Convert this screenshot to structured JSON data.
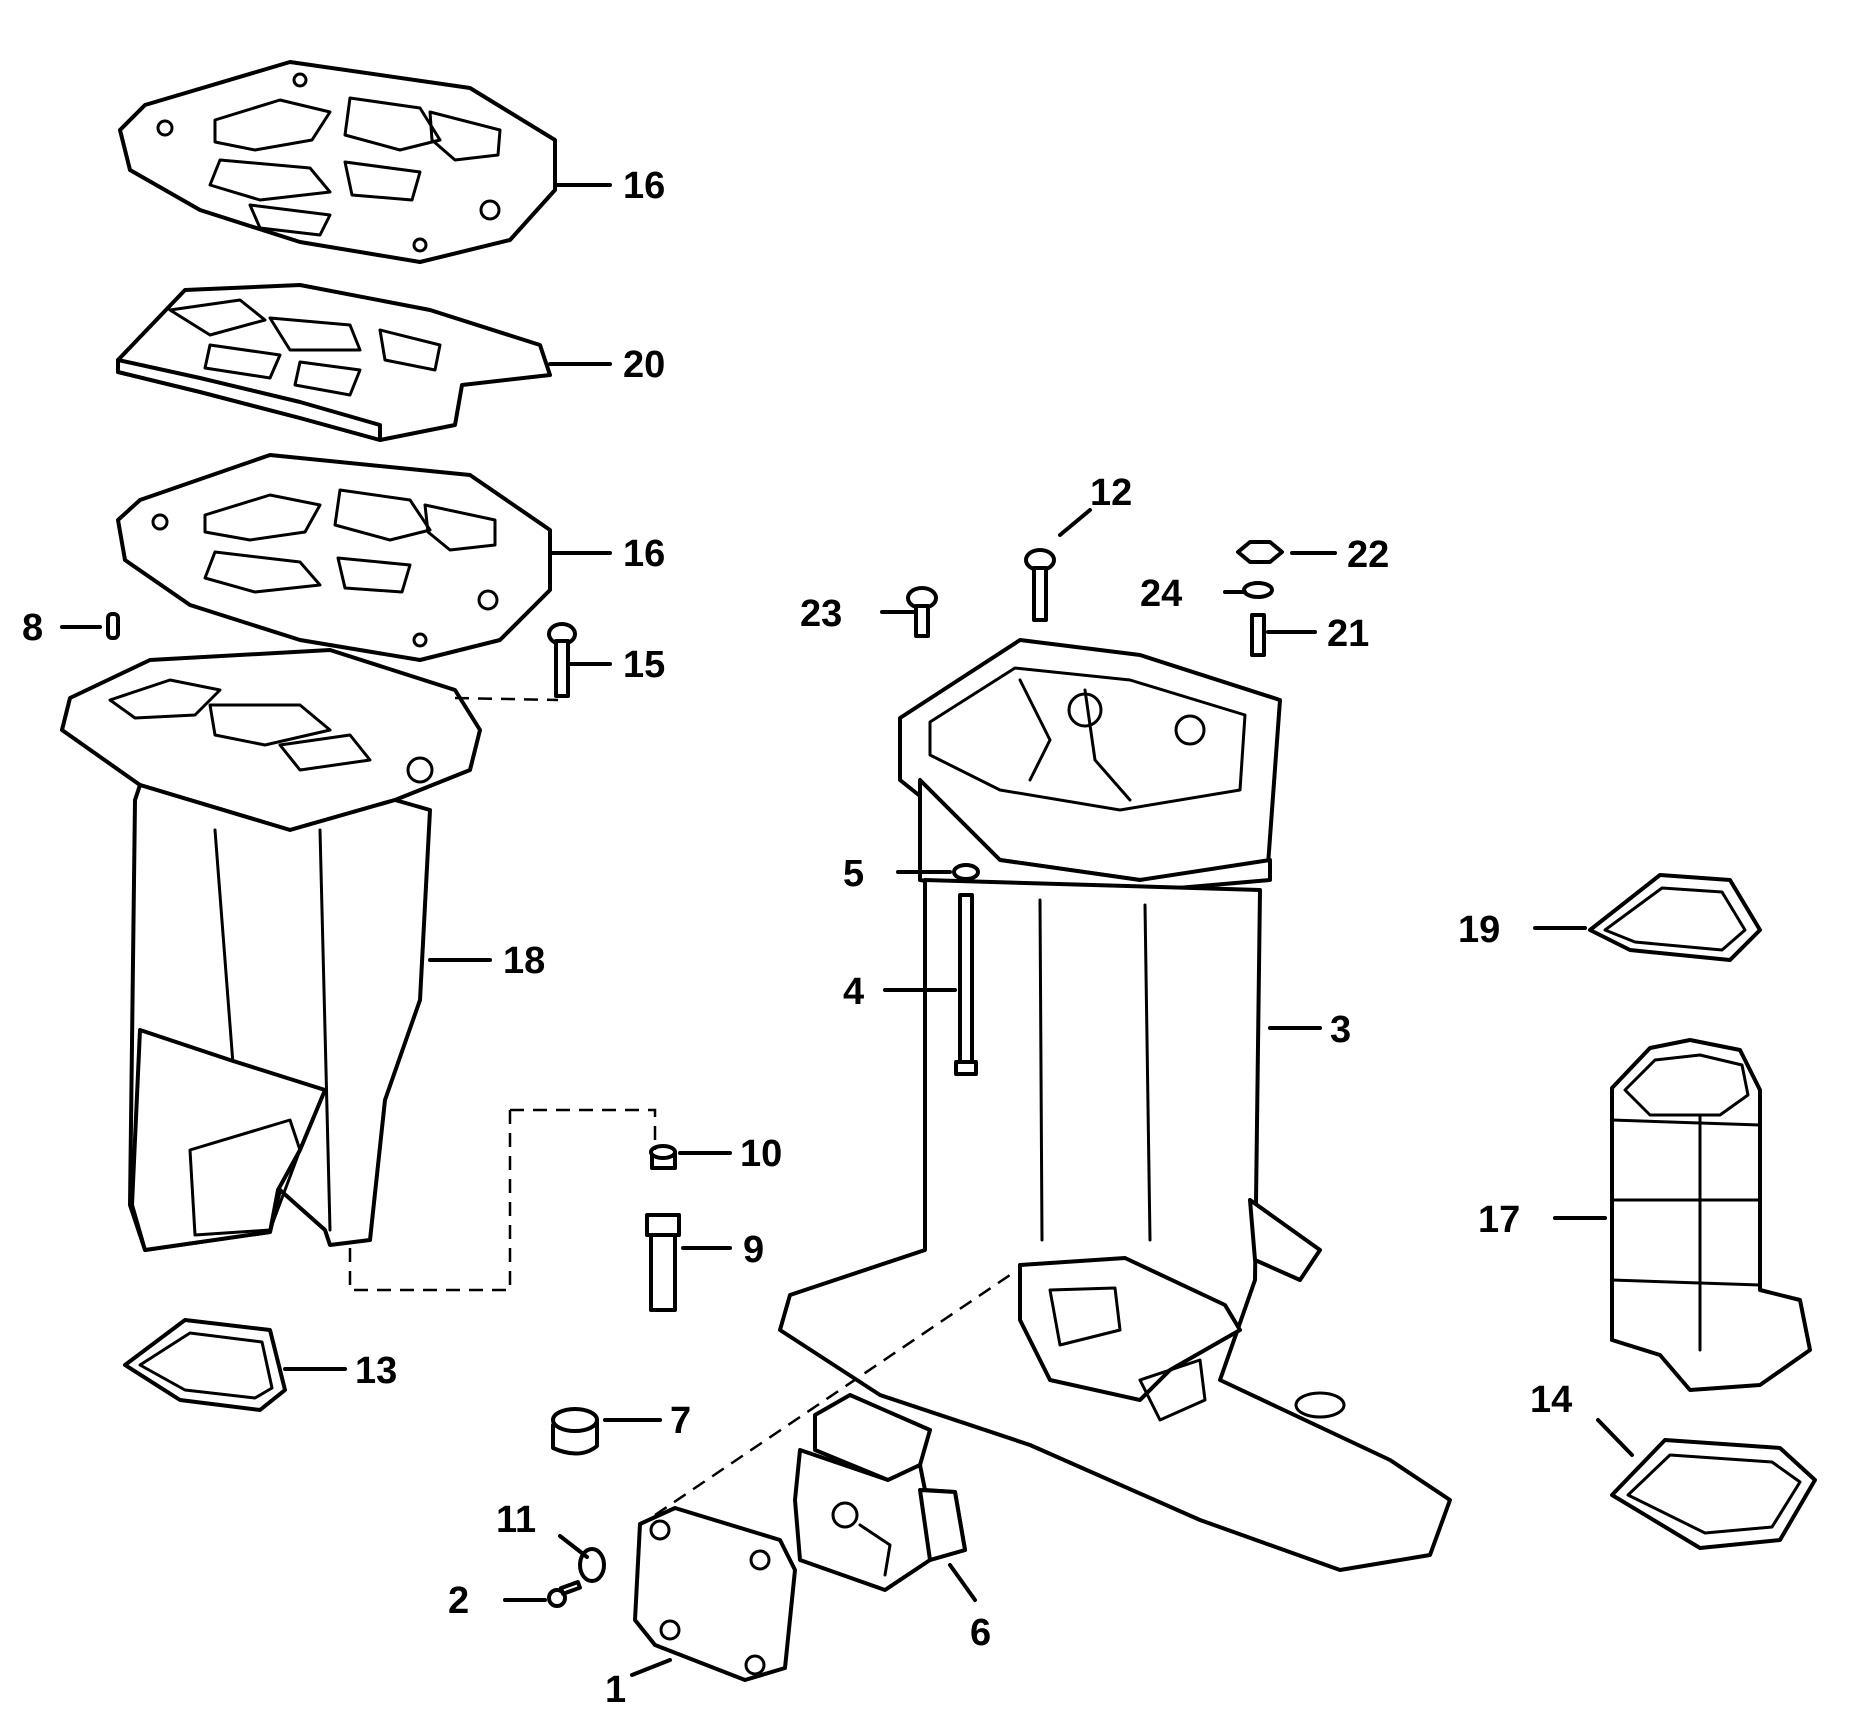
{
  "callouts": {
    "c1": "1",
    "c2": "2",
    "c3": "3",
    "c4": "4",
    "c5": "5",
    "c6": "6",
    "c7": "7",
    "c8": "8",
    "c9": "9",
    "c10": "10",
    "c11": "11",
    "c12": "12",
    "c13": "13",
    "c14": "14",
    "c15": "15",
    "c16a": "16",
    "c16b": "16",
    "c17": "17",
    "c18": "18",
    "c19": "19",
    "c20": "20",
    "c21": "21",
    "c22": "22",
    "c23": "23",
    "c24": "24"
  }
}
